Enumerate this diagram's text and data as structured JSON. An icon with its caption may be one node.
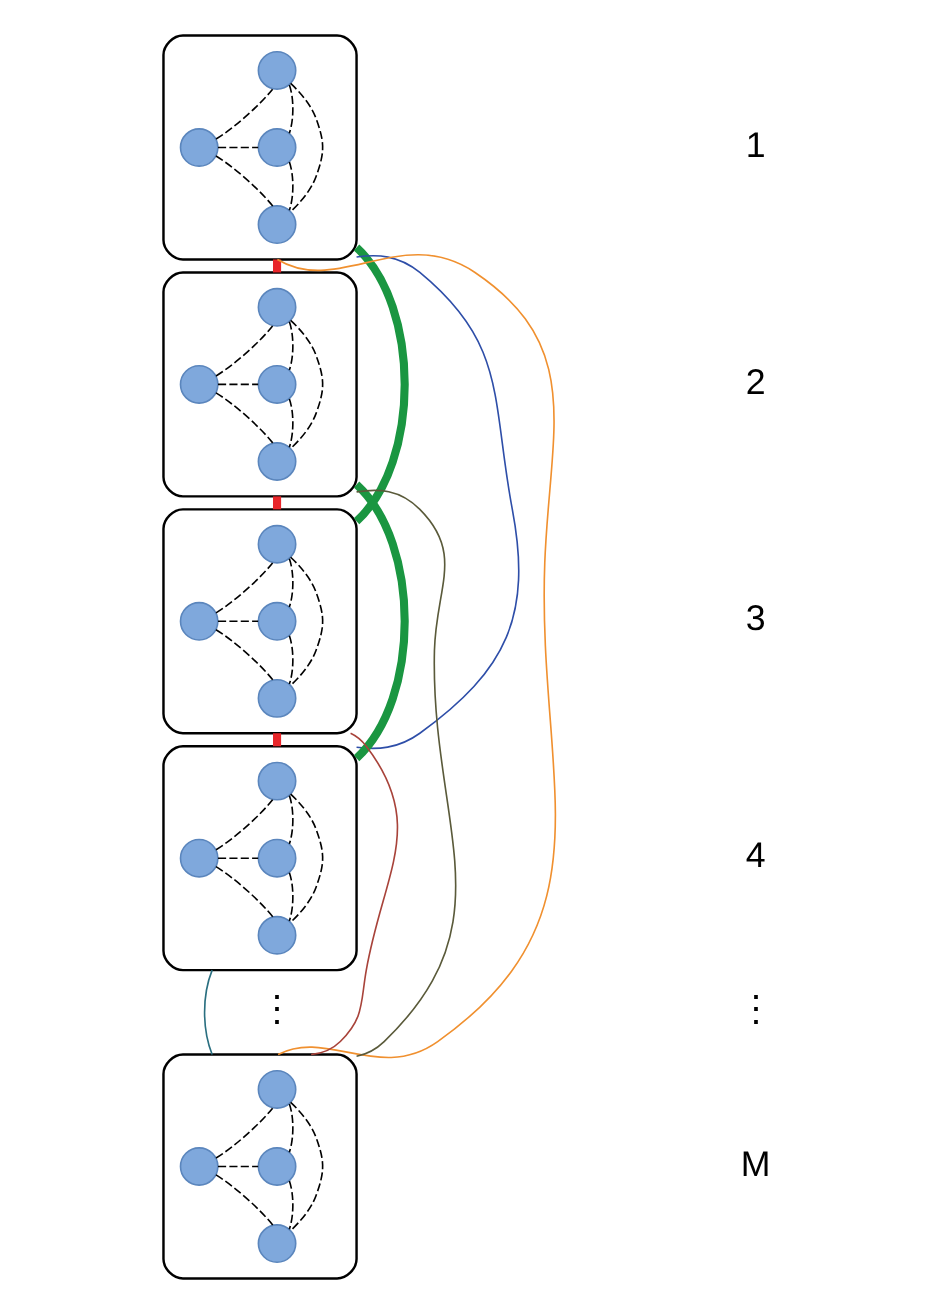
{
  "diagram": {
    "nodes": [
      {
        "text": [],
        "shape": "ellipse"
      },
      {
        "text": [],
        "shape": "circle",
        "in": 0
      },
      {
        "text": [],
        "shape": "circle",
        "in": 0
      },
      {
        "text": [],
        "shape": "circle",
        "in": 0
      },
      {
        "text": [],
        "shape": "circle",
        "in": 0
      },
      {
        "text": [],
        "shape": "ellipse"
      },
      {
        "text": [],
        "shape": "circle",
        "in": 5
      },
      {
        "text": [],
        "shape": "circle",
        "in": 5
      },
      {
        "text": [],
        "shape": "circle",
        "in": 5
      },
      {
        "text": [],
        "shape": "circle",
        "in": 5
      },
      {
        "text": [],
        "shape": "ellipse"
      },
      {
        "text": [],
        "shape": "circle",
        "in": 10
      },
      {
        "text": [],
        "shape": "circle",
        "in": 10
      },
      {
        "text": [],
        "shape": "circle",
        "in": 10
      },
      {
        "text": [],
        "shape": "circle",
        "in": 10
      },
      {
        "text": [],
        "shape": "ellipse"
      },
      {
        "text": [],
        "shape": "circle",
        "in": 15
      },
      {
        "text": [],
        "shape": "circle",
        "in": 15
      },
      {
        "text": [],
        "shape": "circle",
        "in": 15
      },
      {
        "text": [],
        "shape": "circle",
        "in": 15
      },
      {
        "text": [],
        "shape": "ellipse"
      },
      {
        "text": [],
        "shape": "circle",
        "in": 20
      },
      {
        "text": [],
        "shape": "circle",
        "in": 20
      },
      {
        "text": [],
        "shape": "circle",
        "in": 20
      },
      {
        "text": [],
        "shape": "circle",
        "in": 20
      }
    ],
    "edges": [
      {
        "from": 2,
        "to": 1,
        "arrow": "none",
        "style": "dashed"
      },
      {
        "from": 1,
        "to": 3,
        "arrow": "none",
        "style": "dashed"
      },
      {
        "from": 2,
        "to": 3,
        "arrow": "none",
        "style": "dashed"
      },
      {
        "from": 1,
        "to": 4,
        "arrow": "none",
        "style": "dashed"
      },
      {
        "from": 2,
        "to": 4,
        "arrow": "none",
        "style": "dashed"
      },
      {
        "from": 3,
        "to": 4,
        "arrow": "none",
        "style": "dashed"
      },
      {
        "from": 7,
        "to": 6,
        "arrow": "none",
        "style": "dashed"
      },
      {
        "from": 6,
        "to": 8,
        "arrow": "none",
        "style": "dashed"
      },
      {
        "from": 7,
        "to": 8,
        "arrow": "none",
        "style": "dashed"
      },
      {
        "from": 6,
        "to": 9,
        "arrow": "none",
        "style": "dashed"
      },
      {
        "from": 7,
        "to": 9,
        "arrow": "none",
        "style": "dashed"
      },
      {
        "from": 8,
        "to": 9,
        "arrow": "none",
        "style": "dashed"
      },
      {
        "from": 12,
        "to": 11,
        "arrow": "none",
        "style": "dashed"
      },
      {
        "from": 11,
        "to": 13,
        "arrow": "none",
        "style": "dashed"
      },
      {
        "from": 12,
        "to": 13,
        "arrow": "none",
        "style": "dashed"
      },
      {
        "from": 11,
        "to": 14,
        "arrow": "none",
        "style": "dashed"
      },
      {
        "from": 12,
        "to": 14,
        "arrow": "none",
        "style": "dashed"
      },
      {
        "from": 13,
        "to": 14,
        "arrow": "none",
        "style": "dashed"
      },
      {
        "from": 17,
        "to": 16,
        "arrow": "none",
        "style": "dashed"
      },
      {
        "from": 16,
        "to": 18,
        "arrow": "none",
        "style": "dashed"
      },
      {
        "from": 17,
        "to": 18,
        "arrow": "none",
        "style": "dashed"
      },
      {
        "from": 16,
        "to": 19,
        "arrow": "none",
        "style": "dashed"
      },
      {
        "from": 17,
        "to": 19,
        "arrow": "none",
        "style": "dashed"
      },
      {
        "from": 18,
        "to": 19,
        "arrow": "none",
        "style": "dashed"
      },
      {
        "from": 22,
        "to": 21,
        "arrow": "none",
        "style": "dashed"
      },
      {
        "from": 21,
        "to": 23,
        "arrow": "none",
        "style": "dashed"
      },
      {
        "from": 22,
        "to": 23,
        "arrow": "none",
        "style": "dashed"
      },
      {
        "from": 21,
        "to": 24,
        "arrow": "none",
        "style": "dashed"
      },
      {
        "from": 22,
        "to": 24,
        "arrow": "none",
        "style": "dashed"
      },
      {
        "from": 23,
        "to": 24,
        "arrow": "none",
        "style": "dashed"
      },
      {
        "from": 0,
        "to": 5,
        "arrow": "none",
        "style": "thick",
        "color": "#e8262a"
      },
      {
        "from": 5,
        "to": 10,
        "arrow": "none",
        "style": "thick",
        "color": "#e8262a"
      },
      {
        "from": 10,
        "to": 15,
        "arrow": "none",
        "style": "thick",
        "color": "#e8262a"
      },
      {
        "from": 0,
        "to": 10,
        "arrow": "none",
        "style": "thick",
        "color": "#1a9641"
      },
      {
        "from": 5,
        "to": 15,
        "arrow": "none",
        "style": "thick",
        "color": "#1a9641"
      },
      {
        "from": 0,
        "to": 15,
        "arrow": "none",
        "color": "#2e4ea8"
      },
      {
        "from": 0,
        "to": 20,
        "arrow": "none",
        "color": "#f0902f"
      },
      {
        "from": 5,
        "to": 20,
        "arrow": "none",
        "color": "#5a5a3a"
      },
      {
        "from": 10,
        "to": 20,
        "arrow": "none",
        "color": "#a8433a"
      },
      {
        "from": 15,
        "to": 20,
        "arrow": "none",
        "color": "#2a6f80"
      }
    ],
    "labels": [
      "1",
      "2",
      "3",
      "4",
      "⋮",
      "⋮",
      "M"
    ]
  }
}
